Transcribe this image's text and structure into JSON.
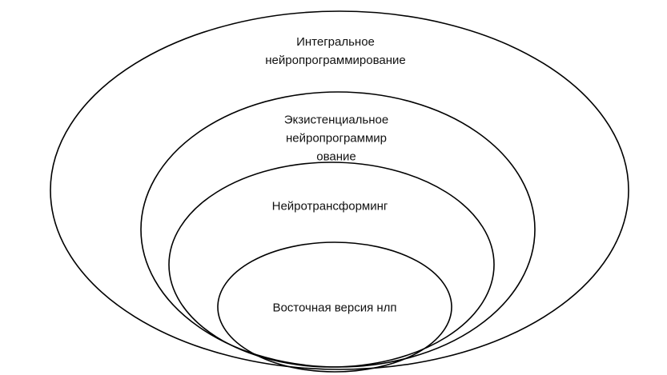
{
  "diagram": {
    "type": "nested-ellipses",
    "background_color": "#ffffff",
    "line_color": "#000000",
    "text_color": "#111111",
    "levels": [
      {
        "label": "Интегральное нейропрограммирование",
        "lines": [
          "Интегральное",
          "нейропрограммирование"
        ]
      },
      {
        "label": "Экзистенциальное нейропрограммирование",
        "lines": [
          "Экзистенциальное",
          "нейропрограммир",
          "ование"
        ]
      },
      {
        "label": "Нейротрансформинг",
        "lines": [
          "Нейротрансформинг"
        ]
      },
      {
        "label": "Восточная версия нлп",
        "lines": [
          "Восточная версия нлп"
        ]
      }
    ]
  }
}
